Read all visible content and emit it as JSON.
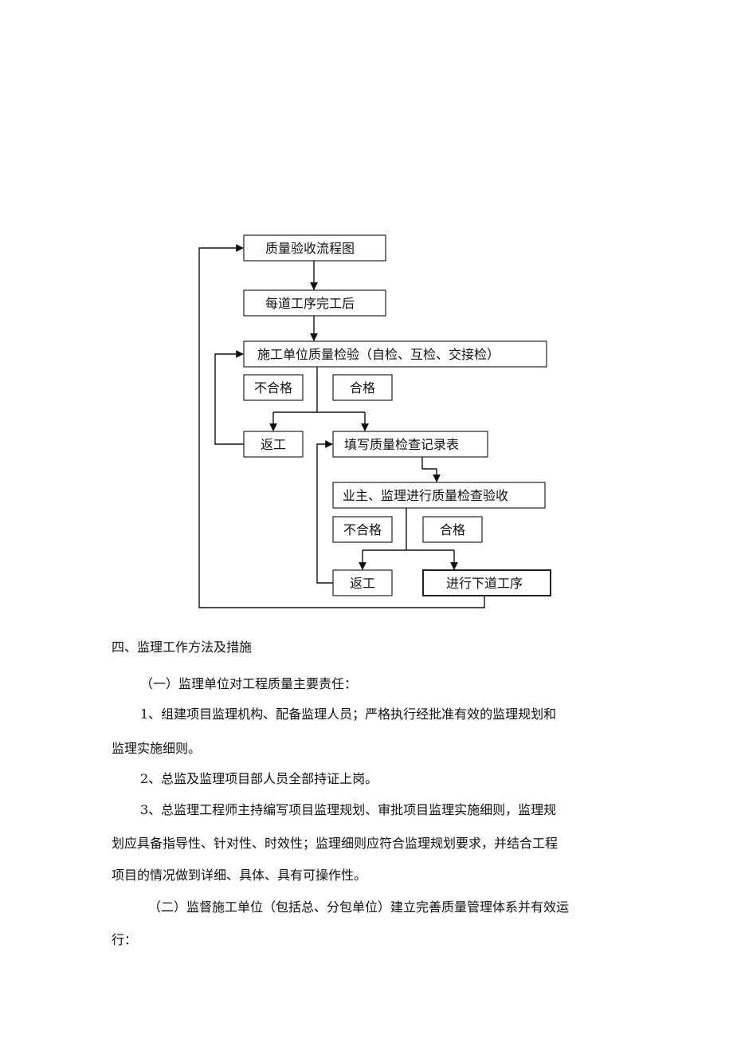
{
  "flowchart": {
    "nodes": {
      "title": "质量验收流程图",
      "after_each_process": "每道工序完工后",
      "contractor_inspection": "施工单位质量检验（自检、互检、交接检）",
      "fail_1": "不合格",
      "pass_1": "合格",
      "rework_1": "返工",
      "fill_record": "填写质量检查记录表",
      "owner_supervisor_inspection": "业主、监理进行质量检查验收",
      "fail_2": "不合格",
      "pass_2": "合格",
      "rework_2": "返工",
      "next_process": "进行下道工序"
    }
  },
  "text": {
    "section_heading": "四、监理工作方法及措施",
    "sub1_heading": "（一）监理单位对工程质量主要责任：",
    "item1_line1": "1、组建项目监理机构、配备监理人员；严格执行经批准有效的监理规划和",
    "item1_line2": "监理实施细则。",
    "item2_line1": "2、总监及监理项目部人员全部持证上岗。",
    "item3_line1": "3、总监理工程师主持编写项目监理规划、审批项目监理实施细则，监理规",
    "item3_line2": "划应具备指导性、针对性、时效性；监理细则应符合监理规划要求，并结合工程",
    "item3_line3": "项目的情况做到详细、具体、具有可操作性。",
    "sub2_line1": "（二）监督施工单位（包括总、分包单位）建立完善质量管理体系并有效运",
    "sub2_line2": "行："
  }
}
